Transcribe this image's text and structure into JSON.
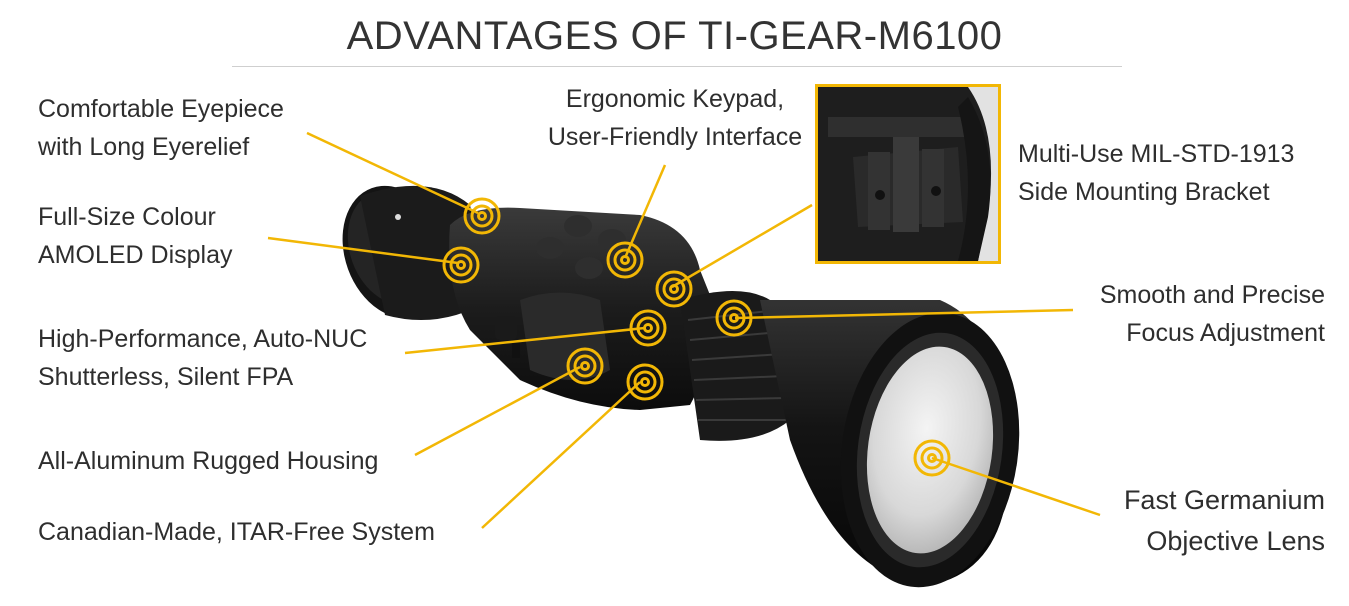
{
  "title": "ADVANTAGES OF TI-GEAR-M6100",
  "accent_color": "#f2b705",
  "callouts": [
    {
      "id": "eyepiece",
      "lines": [
        "Comfortable Eyepiece",
        "with Long Eyerelief"
      ]
    },
    {
      "id": "display",
      "lines": [
        "Full-Size Colour",
        "AMOLED Display"
      ]
    },
    {
      "id": "fpa",
      "lines": [
        "High-Performance, Auto-NUC",
        "Shutterless, Silent FPA"
      ]
    },
    {
      "id": "housing",
      "lines": [
        "All-Aluminum Rugged Housing"
      ]
    },
    {
      "id": "canadian",
      "lines": [
        "Canadian-Made, ITAR-Free System"
      ]
    },
    {
      "id": "keypad",
      "lines": [
        "Ergonomic Keypad,",
        "User-Friendly Interface"
      ]
    },
    {
      "id": "bracket",
      "lines": [
        "Multi-Use MIL-STD-1913",
        "Side Mounting Bracket"
      ]
    },
    {
      "id": "focus",
      "lines": [
        "Smooth and Precise",
        "Focus Adjustment"
      ]
    },
    {
      "id": "lens",
      "lines": [
        "Fast Germanium",
        "Objective Lens"
      ]
    }
  ]
}
